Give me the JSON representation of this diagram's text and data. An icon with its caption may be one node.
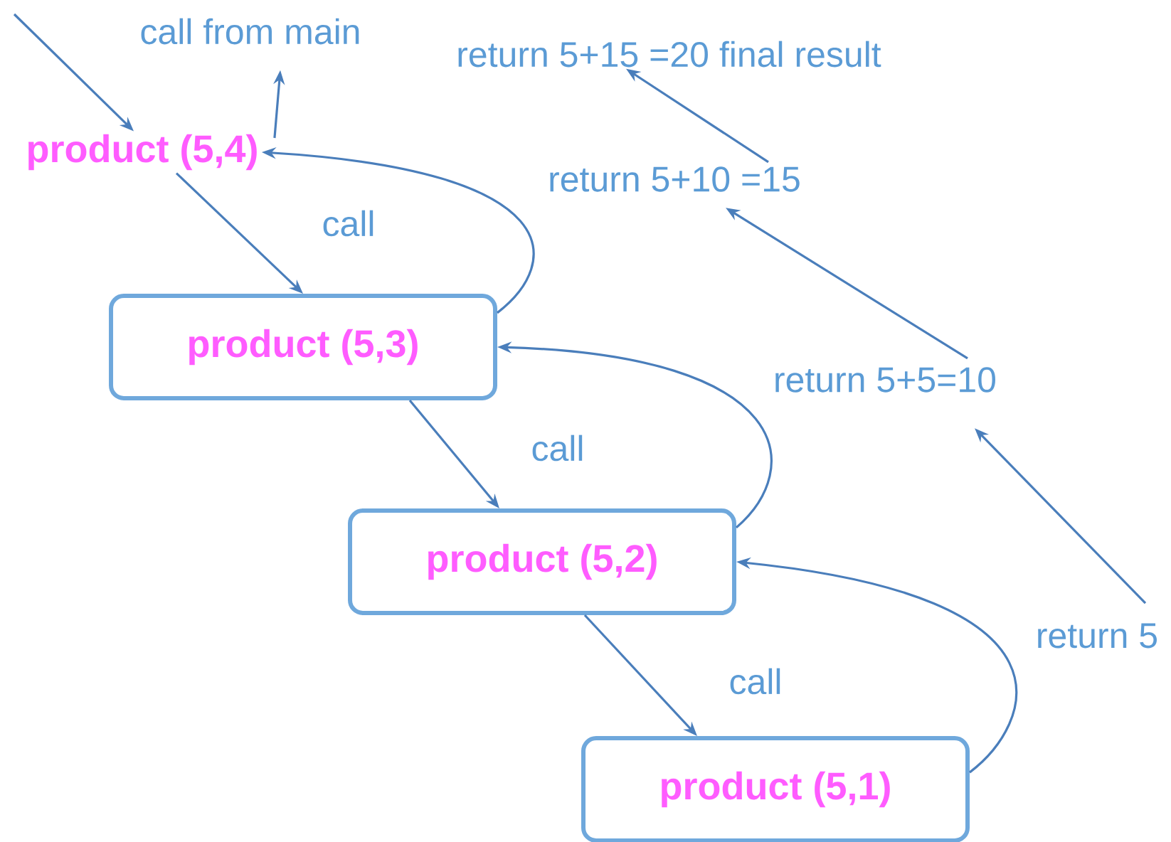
{
  "diagram": {
    "nodes": [
      {
        "text": [
          "product (5,4)"
        ]
      },
      {
        "text": [
          "product (5,3)"
        ]
      },
      {
        "text": [
          "product (5,2)"
        ]
      },
      {
        "text": [
          "product (5,1)"
        ]
      },
      {
        "text": [
          "call from main"
        ]
      },
      {
        "text": [
          "return 5+15 =20 final result"
        ]
      },
      {
        "text": [
          "return 5+10 =15"
        ]
      },
      {
        "text": [
          "return 5+5=10"
        ]
      },
      {
        "text": [
          "return 5"
        ]
      }
    ],
    "edges": [
      {
        "from": null,
        "to": 0,
        "arrow": "to"
      },
      {
        "from": 0,
        "to": 4,
        "arrow": "to"
      },
      {
        "from": 0,
        "to": 1,
        "arrow": "to",
        "label": "call"
      },
      {
        "from": 1,
        "to": 0,
        "arrow": "to"
      },
      {
        "from": 1,
        "to": 2,
        "arrow": "to",
        "label": "call"
      },
      {
        "from": 2,
        "to": 1,
        "arrow": "to"
      },
      {
        "from": 2,
        "to": 3,
        "arrow": "to",
        "label": "call"
      },
      {
        "from": 3,
        "to": 2,
        "arrow": "to"
      },
      {
        "from": 8,
        "to": 7,
        "arrow": "to"
      },
      {
        "from": 7,
        "to": 6,
        "arrow": "to"
      },
      {
        "from": 6,
        "to": 5,
        "arrow": "to"
      }
    ]
  }
}
